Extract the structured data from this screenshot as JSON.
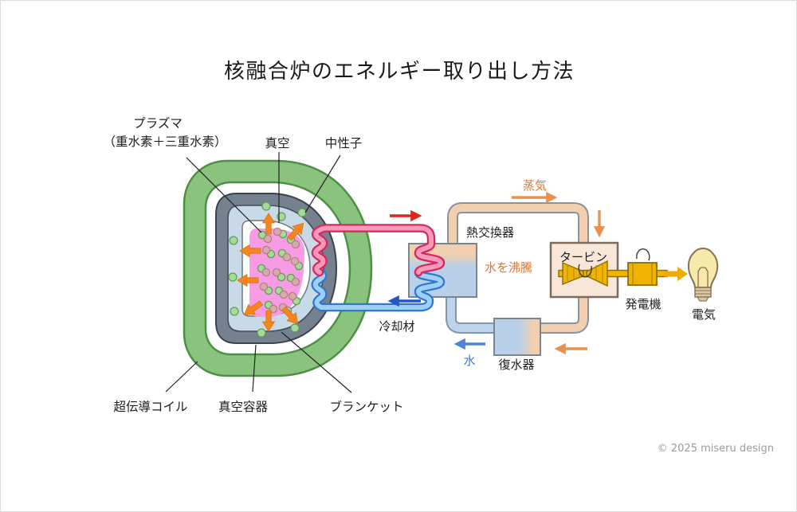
{
  "title": "核融合炉のエネルギー取り出し方法",
  "copyright": "© 2025 miseru design",
  "reactor_labels": {
    "plasma_line1": "プラズマ",
    "plasma_line2": "（重水素＋三重水素）",
    "vacuum": "真空",
    "neutron": "中性子",
    "superconducting_coil": "超伝導コイル",
    "vacuum_vessel": "真空容器",
    "blanket": "ブランケット"
  },
  "cycle_labels": {
    "coolant": "冷却材",
    "steam": "蒸気",
    "heat_exchanger": "熱交換器",
    "boiling_water": "水を沸騰",
    "turbine": "タービン",
    "generator": "発電機",
    "electricity": "電気",
    "condenser": "復水器",
    "water": "水"
  },
  "colors": {
    "coil_green": "#8ac37e",
    "vessel_gray": "#75818e",
    "blanket_blue": "#c8d9e8",
    "plasma_pink": "#f89be5",
    "neutron_particle_green": "#a8d99a",
    "fuel_particle_pink": "#d8abab",
    "neutron_arrow_orange": "#f5861f",
    "hot_coolant_red": "#d6275f",
    "cold_coolant_blue": "#2f78cc",
    "steam_pipe_peach": "#f2cfae",
    "water_pipe_blue": "#bdd4ec",
    "steam_text_orange": "#e4762e",
    "water_text_blue": "#3b7bd0",
    "turbine_yellow": "#f0b400",
    "bulb_yellow": "#f6e9a9"
  }
}
